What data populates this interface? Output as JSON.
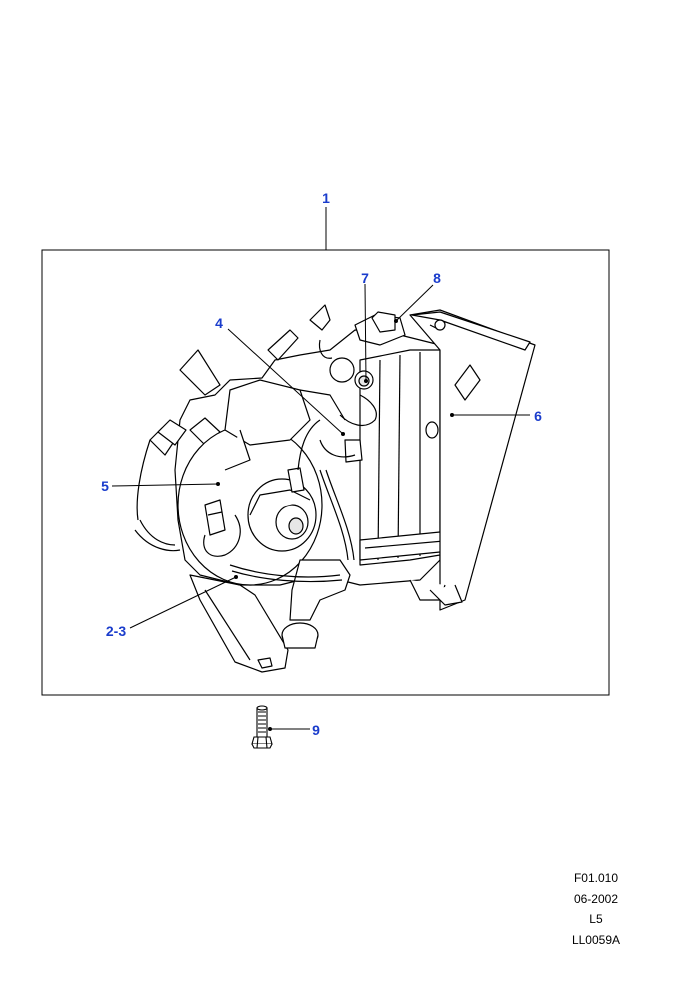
{
  "callouts": {
    "c1": "1",
    "c2_3": "2-3",
    "c4": "4",
    "c5": "5",
    "c6": "6",
    "c7": "7",
    "c8": "8",
    "c9": "9"
  },
  "footer": {
    "figure_ref": "F01.010",
    "date": "06-2002",
    "model": "L5",
    "drawing_id": "LL0059A"
  },
  "colors": {
    "callout": "#1a3ccc",
    "line": "#000000",
    "shade": "#e6e6e6"
  }
}
